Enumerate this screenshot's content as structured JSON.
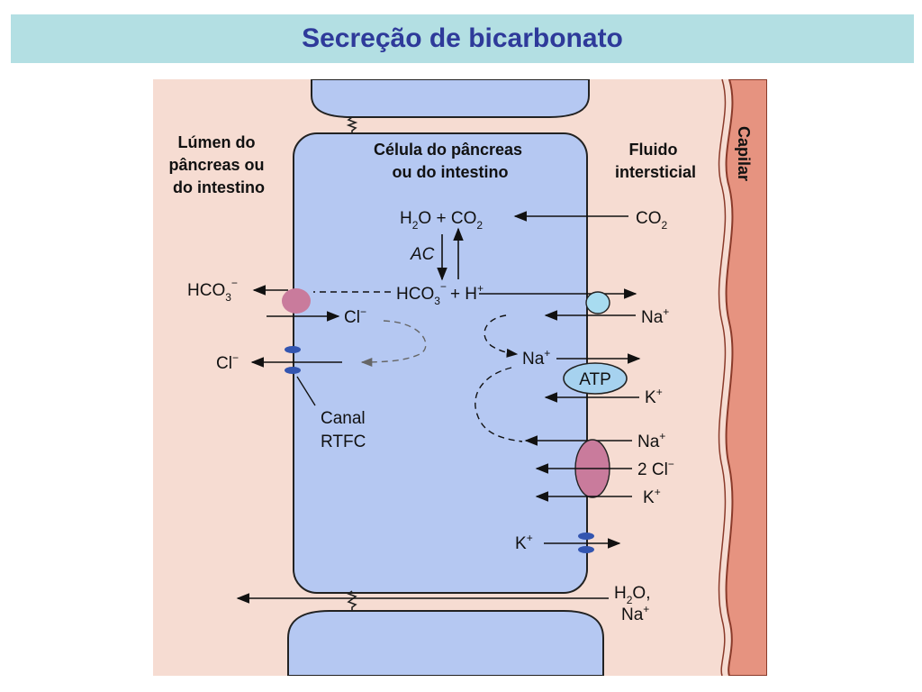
{
  "title": "Secreção de bicarbonato",
  "headers": {
    "lumen": [
      "Lúmen do",
      "pâncreas ou",
      "do intestino"
    ],
    "cell": [
      "Célula do pâncreas",
      "ou do intestino"
    ],
    "fluid": [
      "Fluido",
      "intersticial"
    ],
    "capillary": "Capilar"
  },
  "species": {
    "co2_out": "CO",
    "co2_sub": "2",
    "h2o_left": "H",
    "h2o_sub": "2",
    "h2o_right": "O + CO",
    "h2o_co2_sub": "2",
    "enzyme": "AC",
    "hco3_lumen": "HCO",
    "hco3_lumen_sub": "3",
    "hco3_lumen_sup": "−",
    "hco3_cell": "HCO",
    "hco3_cell_sub": "3",
    "hco3_cell_sup": "−",
    "plus_h": "+ H",
    "plus_h_sup": "+",
    "cl_in": "Cl",
    "cl_in_sup": "−",
    "cl_out": "Cl",
    "cl_out_sup": "−",
    "na_top": "Na",
    "na_top_sup": "+",
    "na_cell": "Na",
    "na_cell_sup": "+",
    "atp": "ATP",
    "k_atp": "K",
    "k_atp_sup": "+",
    "na_nkcc": "Na",
    "na_nkcc_sup": "+",
    "cl2_nkcc": "2 Cl",
    "cl2_nkcc_sup": "−",
    "k_nkcc": "K",
    "k_nkcc_sup": "+",
    "k_channel": "K",
    "k_channel_sup": "+",
    "h2o_bottom": "H",
    "h2o_bottom_sub": "2",
    "h2o_bottom_rest": "O,",
    "na_bottom": "Na",
    "na_bottom_sup": "+"
  },
  "channel_label": [
    "Canal",
    "RTFC"
  ],
  "colors": {
    "cell": "#b5c8f2",
    "background": "#f6dcd2",
    "capillary": "#e69380",
    "exchanger": "#c97b9c",
    "na_h": "#a8dcf0",
    "atp": "#a6d2ef",
    "channel": "#3355b0",
    "title_bg": "#b3dfe3",
    "title_text": "#2e3a9a"
  }
}
